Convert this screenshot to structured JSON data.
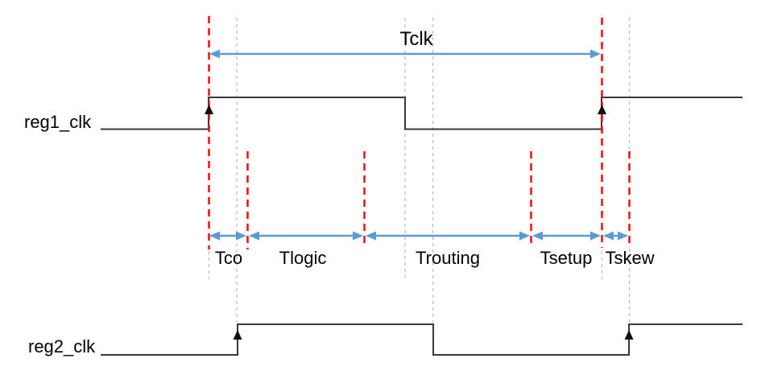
{
  "diagram_type": "clock-timing-diagram",
  "signals": [
    {
      "label": "reg1_clk"
    },
    {
      "label": "reg2_clk"
    }
  ],
  "intervals": [
    {
      "label": "Tclk"
    },
    {
      "label": "Tco"
    },
    {
      "label": "Tlogic"
    },
    {
      "label": "Trouting"
    },
    {
      "label": "Tsetup"
    },
    {
      "label": "Tskew"
    }
  ],
  "colors": {
    "edge_marker_red": "#FF0000",
    "guide_gray": "#BFBFBF",
    "interval_arrow_blue": "#5B9BD5",
    "waveform_dark": "#3A3A3A",
    "label_text": "#000000",
    "background": "#FFFFFF"
  }
}
